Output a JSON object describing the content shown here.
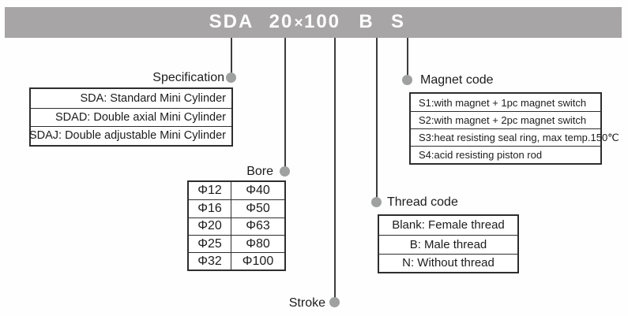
{
  "ordering_code": {
    "series": "SDA",
    "bore": "20",
    "multiply_sign": "×",
    "stroke": "100",
    "thread": "B",
    "magnet": "S"
  },
  "colors": {
    "bar_background": "#a7a5a6",
    "bar_text": "#ffffff",
    "callout_dot": "#9fa0a0",
    "connector_line": "#3d3d3d",
    "table_border": "#2e2e2e",
    "text": "#1c1c1c"
  },
  "sections": {
    "specification": {
      "label": "Specification",
      "rows": [
        "SDA: Standard Mini Cylinder",
        "SDAD: Double axial Mini Cylinder",
        "SDAJ: Double adjustable Mini Cylinder"
      ]
    },
    "bore": {
      "label": "Bore",
      "rows": [
        [
          "Φ12",
          "Φ40"
        ],
        [
          "Φ16",
          "Φ50"
        ],
        [
          "Φ20",
          "Φ63"
        ],
        [
          "Φ25",
          "Φ80"
        ],
        [
          "Φ32",
          "Φ100"
        ]
      ]
    },
    "stroke": {
      "label": "Stroke"
    },
    "thread": {
      "label": "Thread code",
      "rows": [
        "Blank: Female thread",
        "B: Male thread",
        "N: Without thread"
      ]
    },
    "magnet": {
      "label": "Magnet code",
      "rows": [
        "S1:with magnet + 1pc magnet switch",
        "S2:with magnet + 2pc magnet switch",
        "S3:heat resisting seal ring, max temp.150℃",
        "S4:acid resisting piston rod"
      ]
    }
  }
}
